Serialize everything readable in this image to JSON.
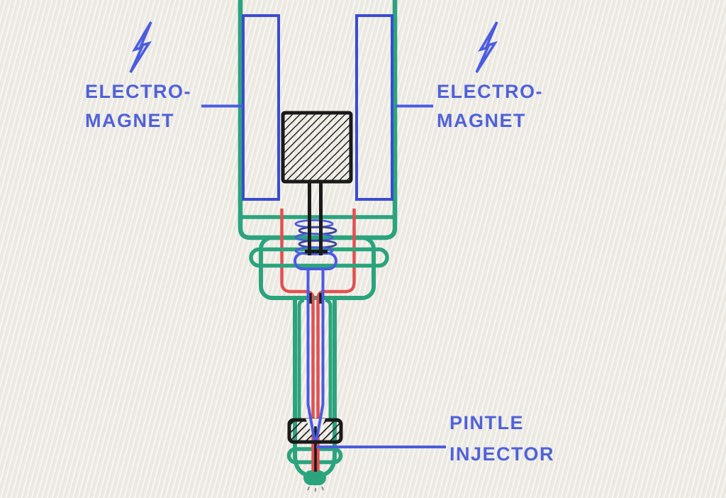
{
  "colors": {
    "background": "#EDEAE3",
    "text_blue": "#5062D8",
    "line_blue": "#4B5CE0",
    "blue_dark": "#3A4CD2",
    "hatch_blue": "#5A6BE4",
    "green": "#2BA47E",
    "red": "#E15050",
    "black": "#1A1A1A",
    "spray_gray": "#8D8B84"
  },
  "labels": {
    "electromagnet_left": {
      "line1": "ELECTRO-",
      "line2": "MAGNET"
    },
    "electromagnet_right": {
      "line1": "ELECTRO-",
      "line2": "MAGNET"
    },
    "pintle_injector": {
      "line1": "PINTLE",
      "line2": "INJECTOR"
    }
  },
  "icons": {
    "left_bolt": "lightning-bolt",
    "right_bolt": "lightning-bolt"
  }
}
